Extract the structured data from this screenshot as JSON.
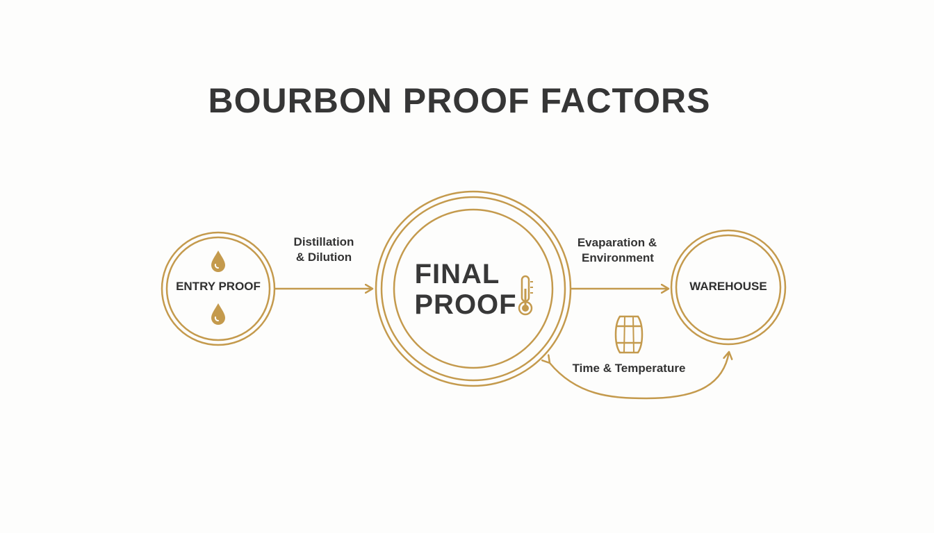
{
  "title": "BOURBON PROOF FACTORS",
  "colors": {
    "accent": "#c49a4d",
    "text": "#363636",
    "background": "#fdfdfc"
  },
  "nodes": {
    "entry": {
      "label": "ENTRY PROOF",
      "icons": [
        "droplet-icon",
        "droplet-icon"
      ]
    },
    "final": {
      "line1": "FINAL",
      "line2": "PROOF",
      "icon": "thermometer-icon"
    },
    "warehouse": {
      "label": "WAREHOUSE"
    }
  },
  "edges": {
    "entry_to_final": {
      "line1": "Distillation",
      "line2": "& Dilution"
    },
    "final_to_warehouse": {
      "line1": "Evaparation &",
      "line2": "Environment"
    },
    "warehouse_to_final": {
      "label": "Time & Temperature",
      "icon": "barrel-icon"
    }
  }
}
